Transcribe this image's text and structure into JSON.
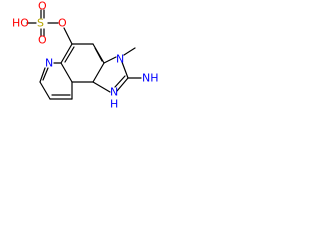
{
  "structure": {
    "atoms": {
      "O_top": "O",
      "S": "S",
      "O_left": "HO",
      "O_bottom": "O",
      "O_ester": "O",
      "N_pyridine": "N",
      "N_methyl": "N",
      "methyl": "",
      "C2_amino": "NH",
      "NH_ring": "N",
      "NH_ring_H": "H"
    },
    "colors": {
      "oxygen": "#ff0000",
      "sulfur": "#b5a500",
      "nitrogen": "#0000ff",
      "bond": "#000000"
    }
  }
}
